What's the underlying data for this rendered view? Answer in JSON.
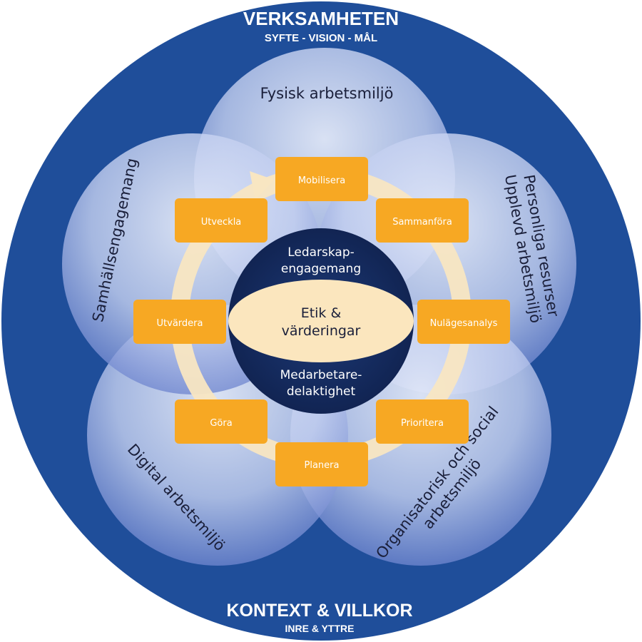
{
  "outer": {
    "title": "VERKSAMHETEN",
    "subtitle": "SYFTE - VISION - MÅL",
    "bottom_title": "KONTEXT & VILLKOR",
    "bottom_subtitle": "INRE & YTTRE"
  },
  "petals": {
    "top": "Fysisk arbetsmiljö",
    "right_line1": "Personliga resurser",
    "right_line2": "Upplevd arbetsmiljö",
    "bottom_right_line1": "Organisatorisk och social",
    "bottom_right_line2": "arbetsmiljö",
    "bottom_left": "Digital arbetsmiljö",
    "left": "Samhällsengagemang"
  },
  "steps": {
    "mobilisera": "Mobilisera",
    "sammanfora": "Sammanföra",
    "nulagesanalys": "Nulägesanalys",
    "prioritera": "Prioritera",
    "planera": "Planera",
    "gora": "Göra",
    "utvardera": "Utvärdera",
    "utveckla": "Utveckla"
  },
  "core": {
    "top_line1": "Ledarskap-",
    "top_line2": "engagemang",
    "center_line1": "Etik &",
    "center_line2": "värderingar",
    "bottom_line1": "Medarbetare-",
    "bottom_line2": "delaktighet"
  },
  "colors": {
    "outer_blue": "#1f4e9a",
    "core_navy": "#14285a",
    "step_orange": "#f7a823",
    "ring_cream": "#f8e6c2",
    "center_cream": "#fbe6be"
  }
}
